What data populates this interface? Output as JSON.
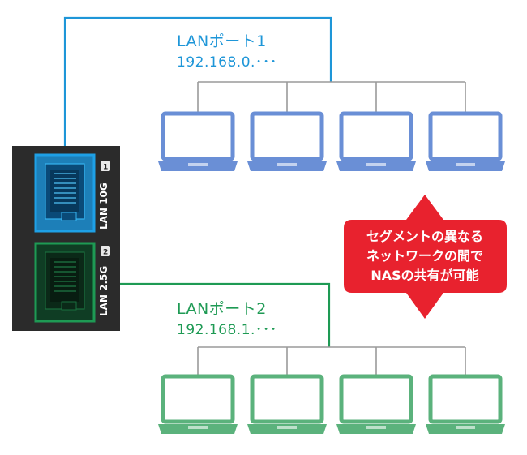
{
  "port1": {
    "title": "LANポート1",
    "ip": "192.168.0.･･･",
    "color": "#1e96d8",
    "pc_color": "#6a8fd6"
  },
  "port2": {
    "title": "LANポート2",
    "ip": "192.168.1.･･･",
    "color": "#1e9a54",
    "pc_color": "#5bb27c"
  },
  "device": {
    "port1_label": "LAN 10G",
    "port1_badge": "1",
    "port2_label": "LAN 2.5G",
    "port2_badge": "2",
    "body_color": "#2b2b2b"
  },
  "callout": {
    "lines": [
      "セグメントの異なる",
      "ネットワークの間で",
      "NASの共有が可能"
    ],
    "color": "#e8222e"
  },
  "network1_pc_count": 4,
  "network2_pc_count": 4
}
